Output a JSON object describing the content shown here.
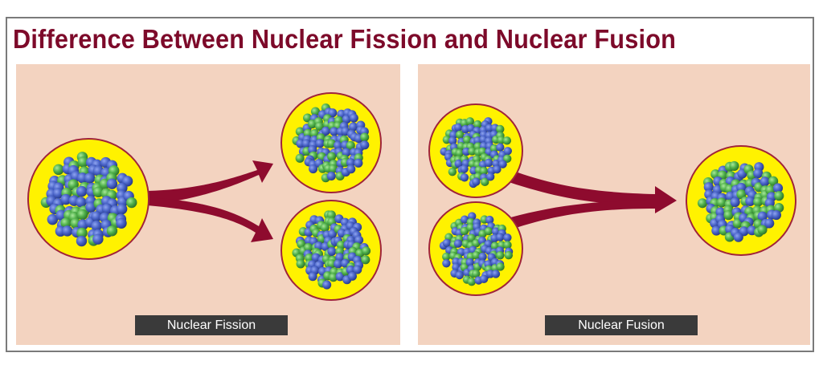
{
  "title": "Difference Between Nuclear Fission and Nuclear Fusion",
  "panels": {
    "fission": {
      "label": "Nuclear Fission"
    },
    "fusion": {
      "label": "Nuclear Fusion"
    }
  },
  "colors": {
    "title": "#7d0a2a",
    "arrow": "#8e0b2e",
    "panel": "#f3d3c0",
    "halo": "#fff200",
    "proton": "#4a64c8",
    "neutron": "#4fb04a"
  }
}
